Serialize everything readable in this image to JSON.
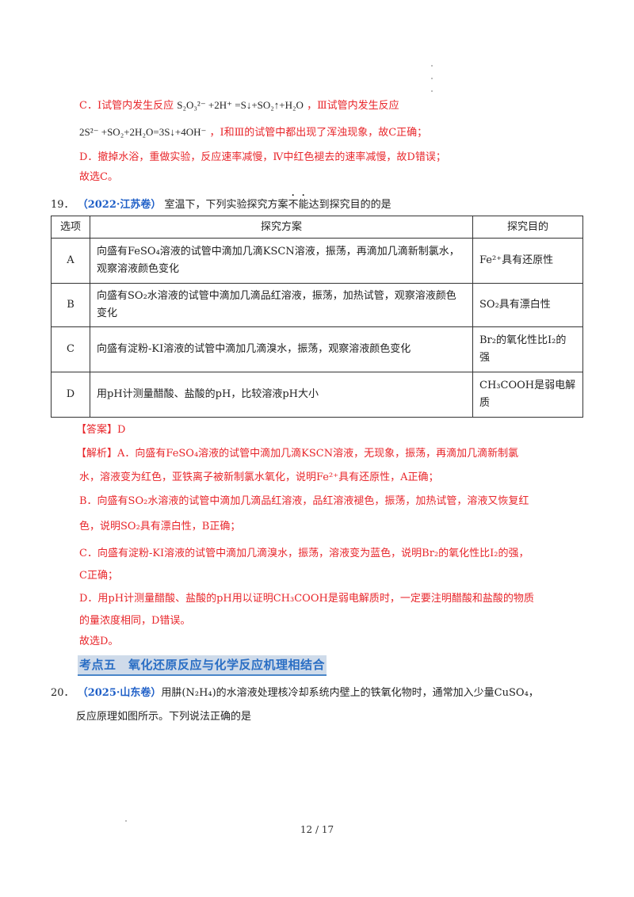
{
  "prev_explanation": {
    "line_c1_label": "C．Ⅰ试管内发生反应",
    "line_c1_eq": "S₂O₃²⁻ +2H⁺ =S↓+SO₂↑+H₂O",
    "line_c1_tail": "，Ⅲ试管内发生反应",
    "line_c2_eq": "2S²⁻ +SO₂+2H₂O=3S↓+4OH⁻",
    "line_c2_tail": "，Ⅰ和Ⅲ的试管中都出现了浑浊现象，故C正确；",
    "line_d": "D．撤掉水浴，重做实验，反应速率减慢，Ⅳ中红色褪去的速率减慢，故D错误；",
    "choose": "故选C。"
  },
  "q19": {
    "number": "19．",
    "source": "（2022·江苏卷）",
    "stem_before": "室温下，下列实验探究方案",
    "stem_emph": "不能",
    "stem_after": "达到探究目的的是",
    "table": {
      "headers": [
        "选项",
        "探究方案",
        "探究目的"
      ],
      "rows": [
        {
          "option": "A",
          "plan": "向盛有FeSO₄溶液的试管中滴加几滴KSCN溶液，振荡，再滴加几滴新制氯水，观察溶液颜色变化",
          "goal": "Fe²⁺具有还原性"
        },
        {
          "option": "B",
          "plan": "向盛有SO₂水溶液的试管中滴加几滴品红溶液，振荡，加热试管，观察溶液颜色变化",
          "goal": "SO₂具有漂白性"
        },
        {
          "option": "C",
          "plan": "向盛有淀粉-KI溶液的试管中滴加几滴溴水，振荡，观察溶液颜色变化",
          "goal": "Br₂的氧化性比I₂的强"
        },
        {
          "option": "D",
          "plan": "用pH计测量醋酸、盐酸的pH，比较溶液pH大小",
          "goal": "CH₃COOH是弱电解质"
        }
      ]
    },
    "answer_label": "【答案】",
    "answer": "D",
    "analysis_label": "【解析】",
    "analysis": [
      "A．向盛有FeSO₄溶液的试管中滴加几滴KSCN溶液，无现象，振荡，再滴加几滴新制氯",
      "水，溶液变为红色，亚铁离子被新制氯水氧化，说明Fe²⁺具有还原性，A正确；",
      "B．向盛有SO₂水溶液的试管中滴加几滴品红溶液，品红溶液褪色，振荡，加热试管，溶液又恢复红",
      "色，说明SO₂具有漂白性，B正确；",
      "C．向盛有淀粉-KI溶液的试管中滴加几滴溴水，振荡，溶液变为蓝色，说明Br₂的氧化性比I₂的强，",
      "C正确；",
      "D．用pH计测量醋酸、盐酸的pH用以证明CH₃COOH是弱电解质时，一定要注明醋酸和盐酸的物质",
      "的量浓度相同，D错误。"
    ],
    "choose": "故选D。"
  },
  "section": {
    "title": "考点五　氧化还原反应与化学反应机理相结合"
  },
  "q20": {
    "number": "20．",
    "source": "（2025·山东卷）",
    "stem_line1": "用肼(N₂H₄)的水溶液处理核冷却系统内壁上的铁氧化物时，通常加入少量CuSO₄，",
    "stem_line2": "反应原理如图所示。下列说法正确的是"
  },
  "footer": {
    "page": "12 / 17"
  },
  "colors": {
    "answer_red": "#e8262b",
    "source_blue": "#1f5fc7",
    "section_blue": "#2a6ec4",
    "section_bg": "#cfdbea"
  }
}
